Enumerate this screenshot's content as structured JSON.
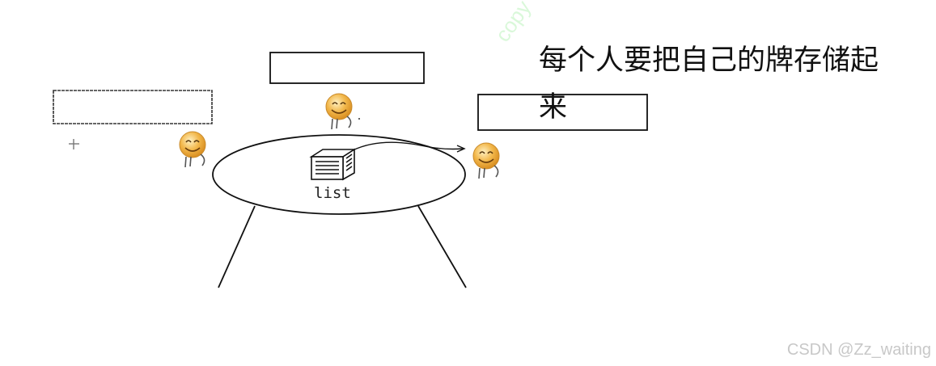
{
  "diagram": {
    "caption": "每个人要把自己的牌存储起来",
    "center_label": "list",
    "watermark": "CSDN @Zz_waiting",
    "faint_text": "copy",
    "colors": {
      "stroke": "#111111",
      "face": "#f2b74a",
      "face_shade": "#d98f22",
      "watermark": "#c8c8c8"
    },
    "icons": [
      "smiley-player-icon",
      "list-stack-icon",
      "crosshair-icon"
    ]
  }
}
